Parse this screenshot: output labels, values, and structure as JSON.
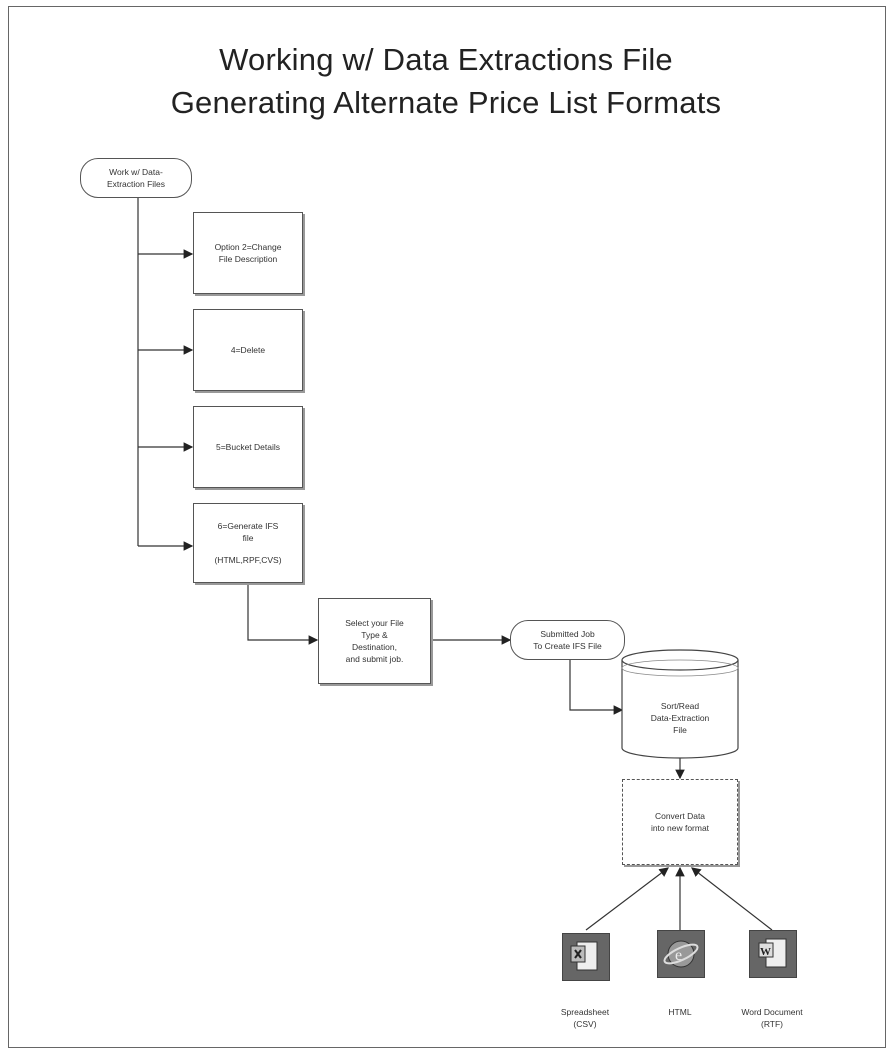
{
  "title_line1": "Working w/ Data Extractions File",
  "title_line2": "Generating Alternate Price List Formats",
  "nodes": {
    "start": "Work w/ Data-\nExtraction Files",
    "opt2": "Option 2=Change\nFile Description",
    "opt4": "4=Delete",
    "opt5": "5=Bucket Details",
    "opt6a": "6=Generate IFS\nfile",
    "opt6b": "(HTML,RPF,CVS)",
    "select": "Select your File\nType &\nDestination,\nand submit job.",
    "submitted": "Submitted Job\nTo Create IFS File",
    "sortread": "Sort/Read\nData-Extraction\nFile",
    "convert": "Convert Data\ninto new format"
  },
  "outputs": [
    {
      "label": "Spreadsheet\n(CSV)",
      "icon": "spreadsheet-icon"
    },
    {
      "label": "HTML",
      "icon": "html-icon"
    },
    {
      "label": "Word Document\n(RTF)",
      "icon": "word-document-icon"
    }
  ]
}
